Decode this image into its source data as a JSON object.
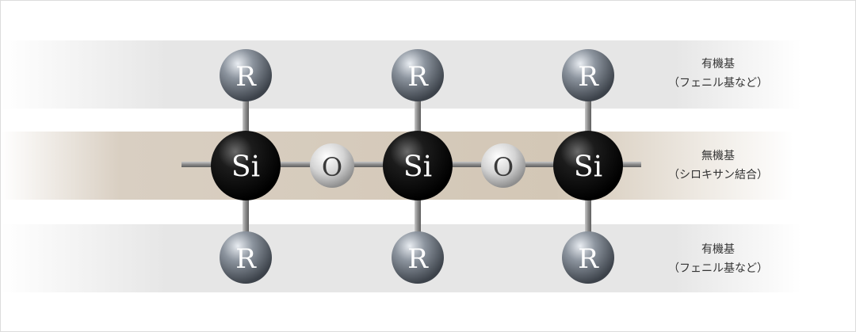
{
  "atoms": {
    "r_label": "R",
    "si_label": "Si",
    "o_label": "O"
  },
  "labels": {
    "top": {
      "line1": "有機基",
      "line2": "（フェニル基など）"
    },
    "middle": {
      "line1": "無機基",
      "line2": "（シロキサン結合）"
    },
    "bottom": {
      "line1": "有機基",
      "line2": "（フェニル基など）"
    }
  },
  "colors": {
    "organic_band": "#e6e6e6",
    "inorganic_band": "#d3c7b6",
    "si_atom": "#111111",
    "r_atom": "#7d8590",
    "o_atom": "#d2d2d2",
    "bond": "#8a8a8a"
  }
}
